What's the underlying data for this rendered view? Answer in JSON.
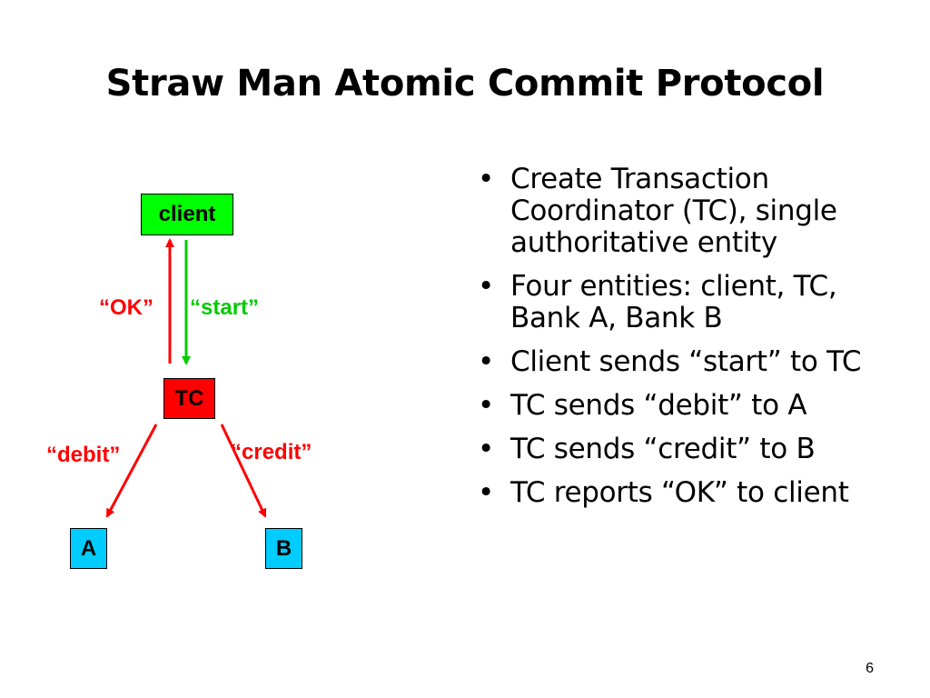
{
  "slide": {
    "title": "Straw Man Atomic Commit Protocol",
    "page_number": "6"
  },
  "diagram": {
    "nodes": {
      "client": {
        "label": "client",
        "color": "#00ff00"
      },
      "tc": {
        "label": "TC",
        "color": "#ff0000"
      },
      "a": {
        "label": "A",
        "color": "#00ccff"
      },
      "b": {
        "label": "B",
        "color": "#00ccff"
      }
    },
    "edges": {
      "ok": {
        "label": "“OK”",
        "color": "#ff0000"
      },
      "start": {
        "label": "“start”",
        "color": "#00cc00"
      },
      "debit": {
        "label": "“debit”",
        "color": "#ff0000"
      },
      "credit": {
        "label": "“credit”",
        "color": "#ff0000"
      }
    }
  },
  "bullets": [
    "Create Transaction Coordinator (TC), single authoritative entity",
    "Four entities: client, TC, Bank A, Bank B",
    "Client sends “start” to TC",
    "TC sends “debit” to A",
    "TC sends “credit” to B",
    "TC reports “OK” to client"
  ],
  "bullet_glyph": "•"
}
